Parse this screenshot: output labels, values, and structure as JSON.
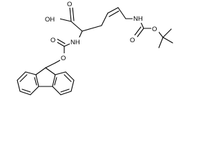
{
  "structure": {
    "atom_labels": {
      "hydroxyl": "OH",
      "carbonyl_o_acid": "O",
      "alpha_nh": "NH",
      "fmoc_carbonyl_o": "O",
      "fmoc_ester_o": "O",
      "boc_nh": "NH",
      "boc_carbonyl_o": "O",
      "boc_ester_o": "O"
    }
  },
  "colors": {
    "bond": "#000000",
    "background": "#ffffff"
  }
}
